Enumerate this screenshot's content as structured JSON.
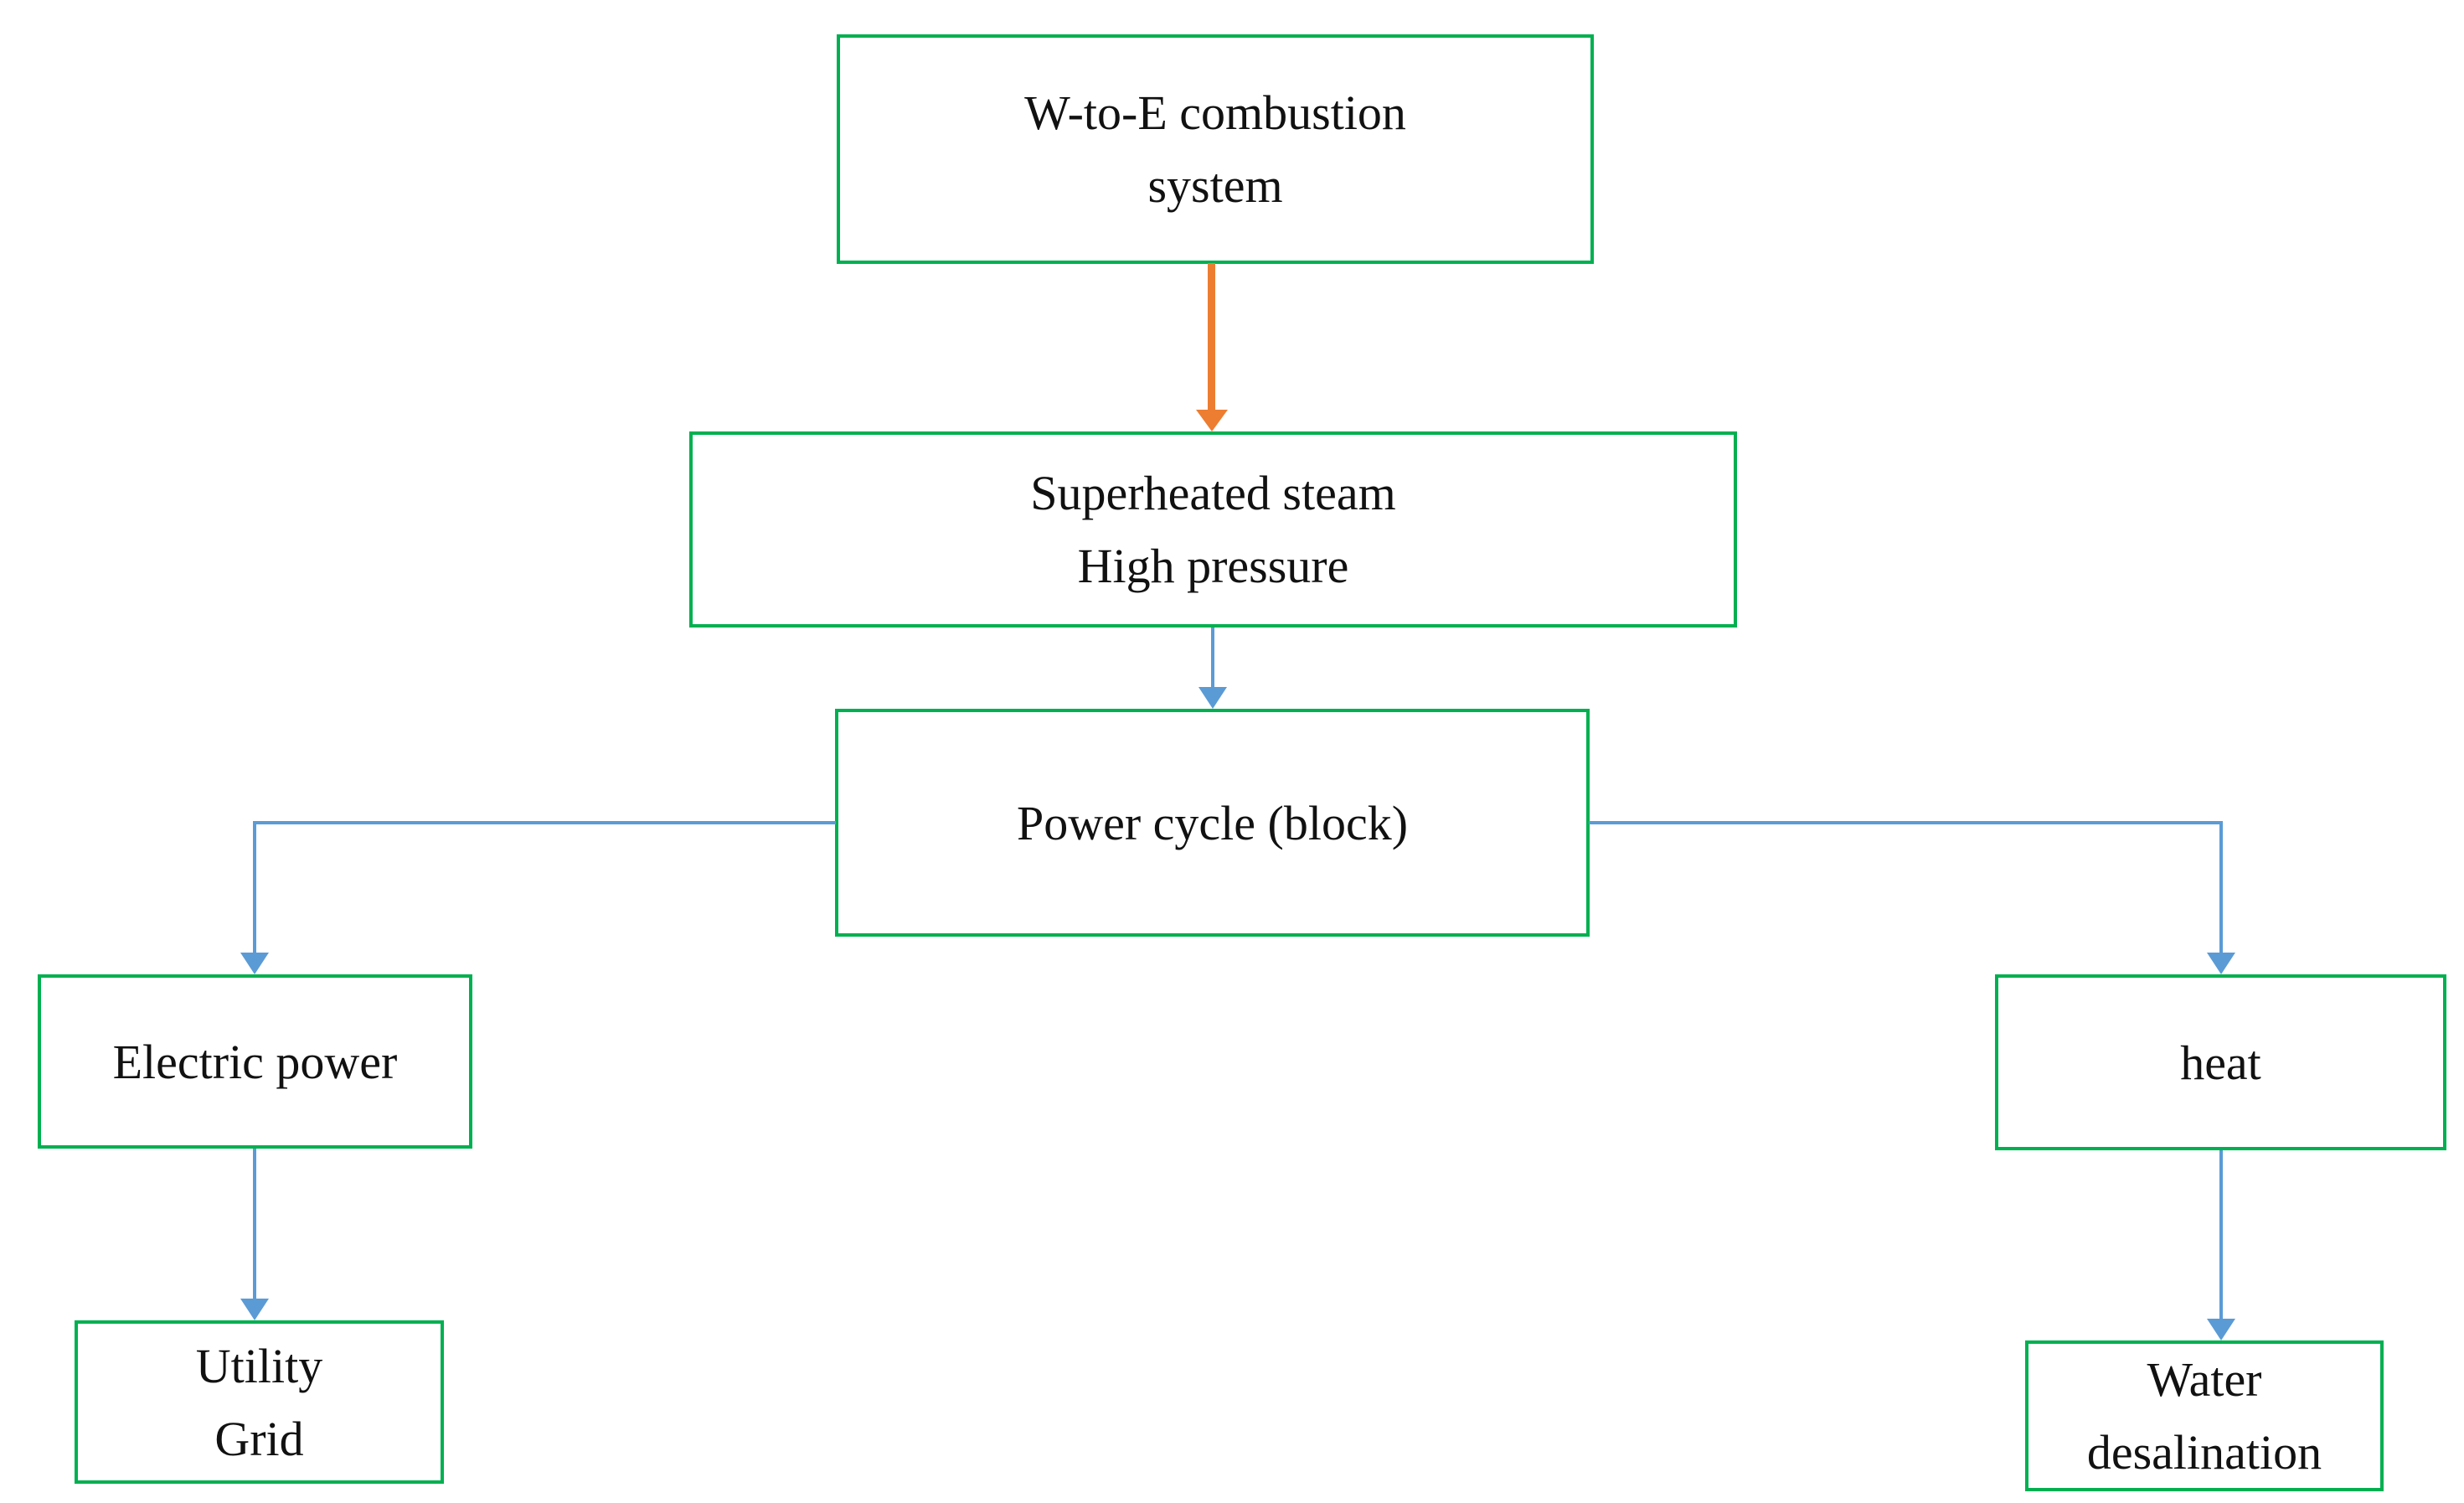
{
  "colors": {
    "box_border": "#00B050",
    "flow_hot": "#ED7D31",
    "flow_normal": "#5B9BD5",
    "text": "#111111",
    "background": "#FFFFFF"
  },
  "nodes": {
    "combustion": {
      "label": "W-to-E combustion\nsystem"
    },
    "steam": {
      "label": "Superheated steam\nHigh pressure"
    },
    "power": {
      "label": "Power cycle (block)"
    },
    "electric": {
      "label": "Electric power"
    },
    "utility": {
      "label": "Utility\nGrid"
    },
    "heat": {
      "label": "heat"
    },
    "water": {
      "label": "Water\ndesalination"
    }
  },
  "edges": [
    {
      "from": "combustion",
      "to": "steam",
      "style": "flow_hot"
    },
    {
      "from": "steam",
      "to": "power",
      "style": "flow_normal"
    },
    {
      "from": "power",
      "to": "electric",
      "style": "flow_normal"
    },
    {
      "from": "power",
      "to": "heat",
      "style": "flow_normal"
    },
    {
      "from": "electric",
      "to": "utility",
      "style": "flow_normal"
    },
    {
      "from": "heat",
      "to": "water",
      "style": "flow_normal"
    }
  ]
}
